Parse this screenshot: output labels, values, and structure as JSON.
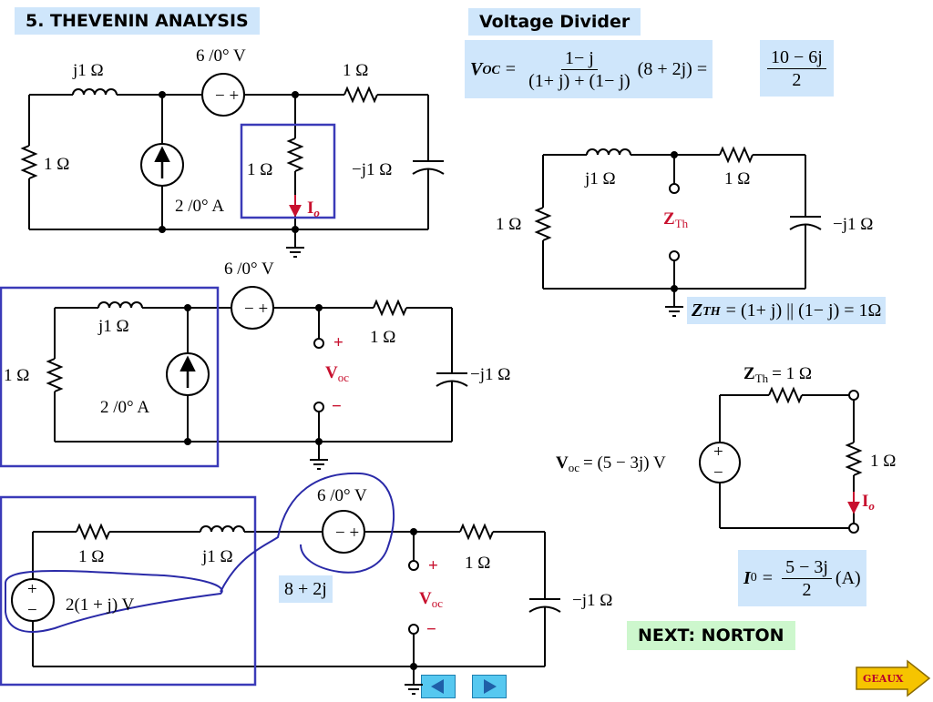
{
  "header": {
    "title": "5. THEVENIN ANALYSIS"
  },
  "voltage_divider": {
    "title": "Voltage Divider",
    "lhs": "V",
    "lhs_sub": "OC",
    "num": "1− j",
    "den": "(1+ j) + (1− j)",
    "factor": "(8 + 2j) =",
    "res_num": "10 − 6j",
    "res_den": "2"
  },
  "zth_eq": {
    "lhs": "Z",
    "lhs_sub": "TH",
    "rhs": "= (1+ j) || (1− j) = 1Ω"
  },
  "io_eq": {
    "lhs": "I",
    "lhs_sub": "0",
    "num": "5 − 3j",
    "den": "2",
    "unit": "(A)"
  },
  "source_value": {
    "text": "8 + 2j"
  },
  "circuit1": {
    "l1": "j1 Ω",
    "vs": "6 /0° V",
    "r_top": "1 Ω",
    "r_left": "1 Ω",
    "r_mid": "1 Ω",
    "cap": "−j1 Ω",
    "is": "2 /0° A",
    "io": "I",
    "io_sub": "o"
  },
  "circuit2": {
    "vs": "6 /0° V",
    "l1": "j1 Ω",
    "r_top": "1 Ω",
    "r_left": "1 Ω",
    "is": "2 /0° A",
    "voc": "V",
    "voc_sub": "oc",
    "plus": "+",
    "minus": "−",
    "cap": "−j1 Ω"
  },
  "circuit3": {
    "vs": "6 /0° V",
    "r1": "1 Ω",
    "l1": "j1 Ω",
    "r_top": "1 Ω",
    "src": "2(1 + j) V",
    "voc": "V",
    "voc_sub": "oc",
    "plus": "+",
    "minus": "−",
    "cap": "−j1 Ω"
  },
  "circuit4": {
    "l1": "j1 Ω",
    "r_top": "1 Ω",
    "r_left": "1 Ω",
    "zth": "Z",
    "zth_sub": "Th",
    "cap": "−j1 Ω"
  },
  "circuit5": {
    "zth": "Z",
    "zth_sub": "Th",
    "zth_val": "= 1 Ω",
    "voc": "V",
    "voc_val": "= (5 − 3j) V",
    "r": "1 Ω",
    "io": "I",
    "io_sub": "o"
  },
  "next": {
    "label": "NEXT: NORTON"
  },
  "nav": {
    "geaux": "GEAUX"
  },
  "colors": {
    "label_bg": "#cfe6fb",
    "next_bg": "#cdf7cd",
    "highlight_box": "#3a3ab8",
    "current_arrow": "#c8102e",
    "nav_button": "#56c8f0",
    "geaux_button": "#f6c400"
  }
}
